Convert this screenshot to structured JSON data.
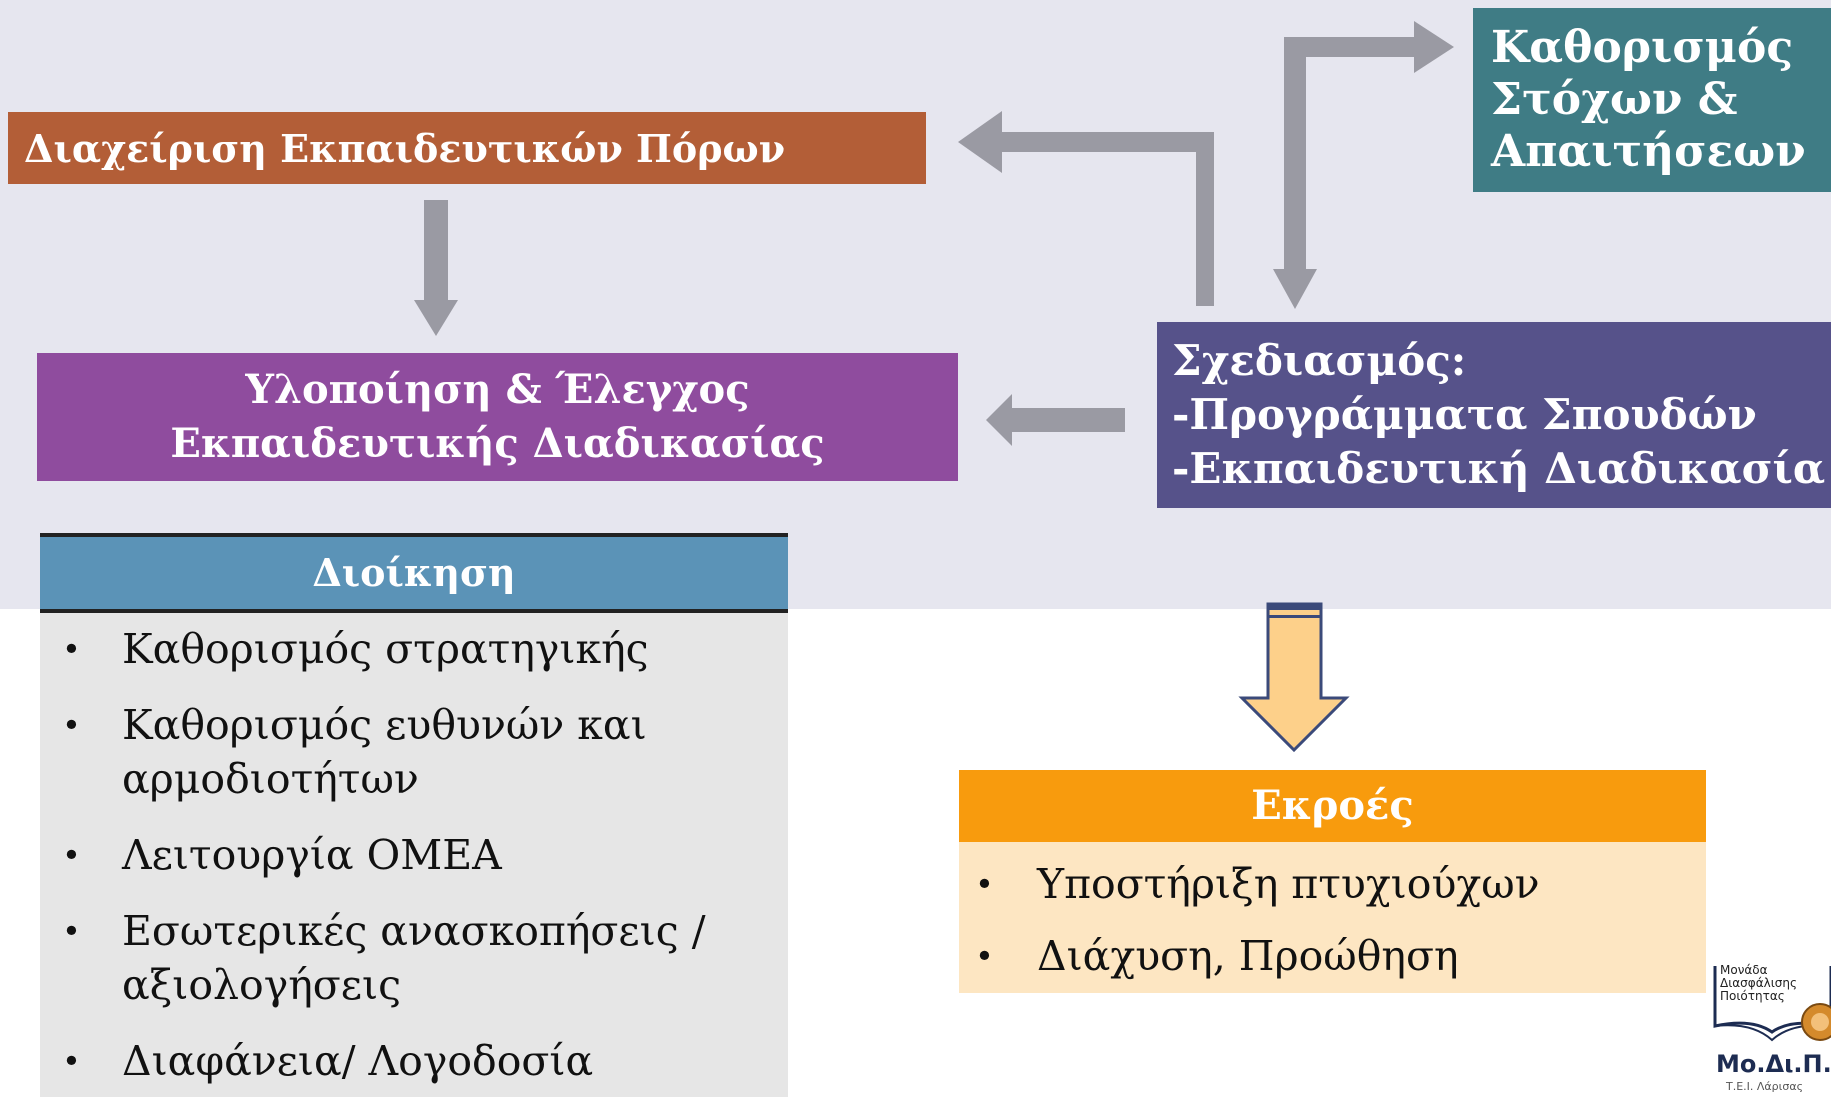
{
  "boxes": {
    "resources": {
      "label": "Διαχείριση Εκπαιδευτικών Πόρων",
      "color": "#b35e37"
    },
    "goals": {
      "lines": [
        "Καθορισμός",
        "Στόχων &",
        "Απαιτήσεων"
      ],
      "color": "#3f7c85"
    },
    "implementation": {
      "lines": [
        "Υλοποίηση & Έλεγχος",
        "Εκπαιδευτικής Διαδικασίας"
      ],
      "color": "#8f4c9e"
    },
    "design": {
      "lines": [
        "Σχεδιασμός:",
        "-Προγράμματα Σπουδών",
        "-Εκπαιδευτική Διαδικασία"
      ],
      "color": "#56528a"
    }
  },
  "administration": {
    "title": "Διοίκηση",
    "header_color": "#5b93b7",
    "items": [
      [
        "Καθορισμός στρατηγικής"
      ],
      [
        "Καθορισμός ευθυνών και",
        "αρμοδιοτήτων"
      ],
      [
        "Λειτουργία ΟΜΕΑ"
      ],
      [
        "Εσωτερικές ανασκοπήσεις /",
        "αξιολογήσεις"
      ],
      [
        "Διαφάνεια/ Λογοδοσία"
      ]
    ]
  },
  "outputs": {
    "title": "Εκροές",
    "header_color": "#f89b0d",
    "items": [
      "Υποστήριξη πτυχιούχων",
      "Διάχυση,  Προώθηση"
    ]
  },
  "logo": {
    "lines": [
      "Μονάδα",
      "Διασφάλισης",
      "Ποιότητας"
    ],
    "abbr": "Μο.Δι.Π.",
    "sub": "Τ.Ε.Ι. Λάρισας"
  },
  "arrow_color": "#9a9aa3"
}
